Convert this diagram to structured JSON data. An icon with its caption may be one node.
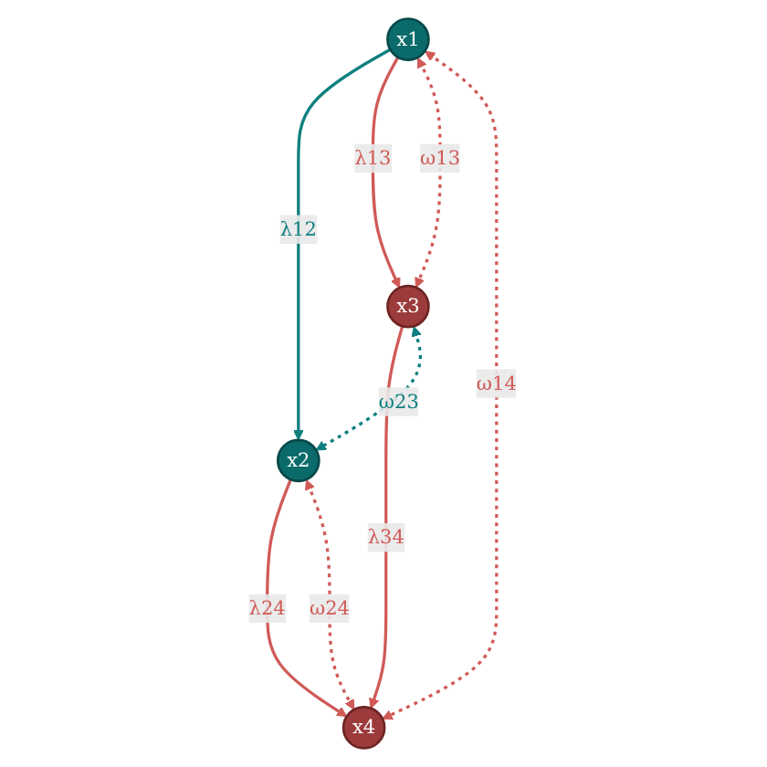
{
  "diagram": {
    "nodes": [
      {
        "text": [
          "x1"
        ]
      },
      {
        "text": [
          "x2"
        ]
      },
      {
        "text": [
          "x3"
        ]
      },
      {
        "text": [
          "x4"
        ]
      }
    ],
    "edges": [
      {
        "from": 0,
        "to": 1,
        "arrow": "to",
        "label": "λ12",
        "color": "#0e7f7f"
      },
      {
        "from": 0,
        "to": 2,
        "arrow": "to",
        "label": "λ13"
      },
      {
        "from": 1,
        "to": 3,
        "arrow": "to",
        "label": "λ24"
      },
      {
        "from": 2,
        "to": 3,
        "arrow": "to",
        "label": "λ34"
      },
      {
        "from": 0,
        "to": 2,
        "arrow": "both",
        "label": "ω13",
        "style": "dashed"
      },
      {
        "from": 2,
        "to": 1,
        "arrow": "both",
        "label": "ω23",
        "style": "dashed",
        "color": "#0e7f7f"
      },
      {
        "from": 0,
        "to": 3,
        "arrow": "both",
        "label": "ω14",
        "style": "dashed"
      },
      {
        "from": 1,
        "to": 3,
        "arrow": "both",
        "label": "ω24",
        "style": "dashed"
      }
    ]
  }
}
